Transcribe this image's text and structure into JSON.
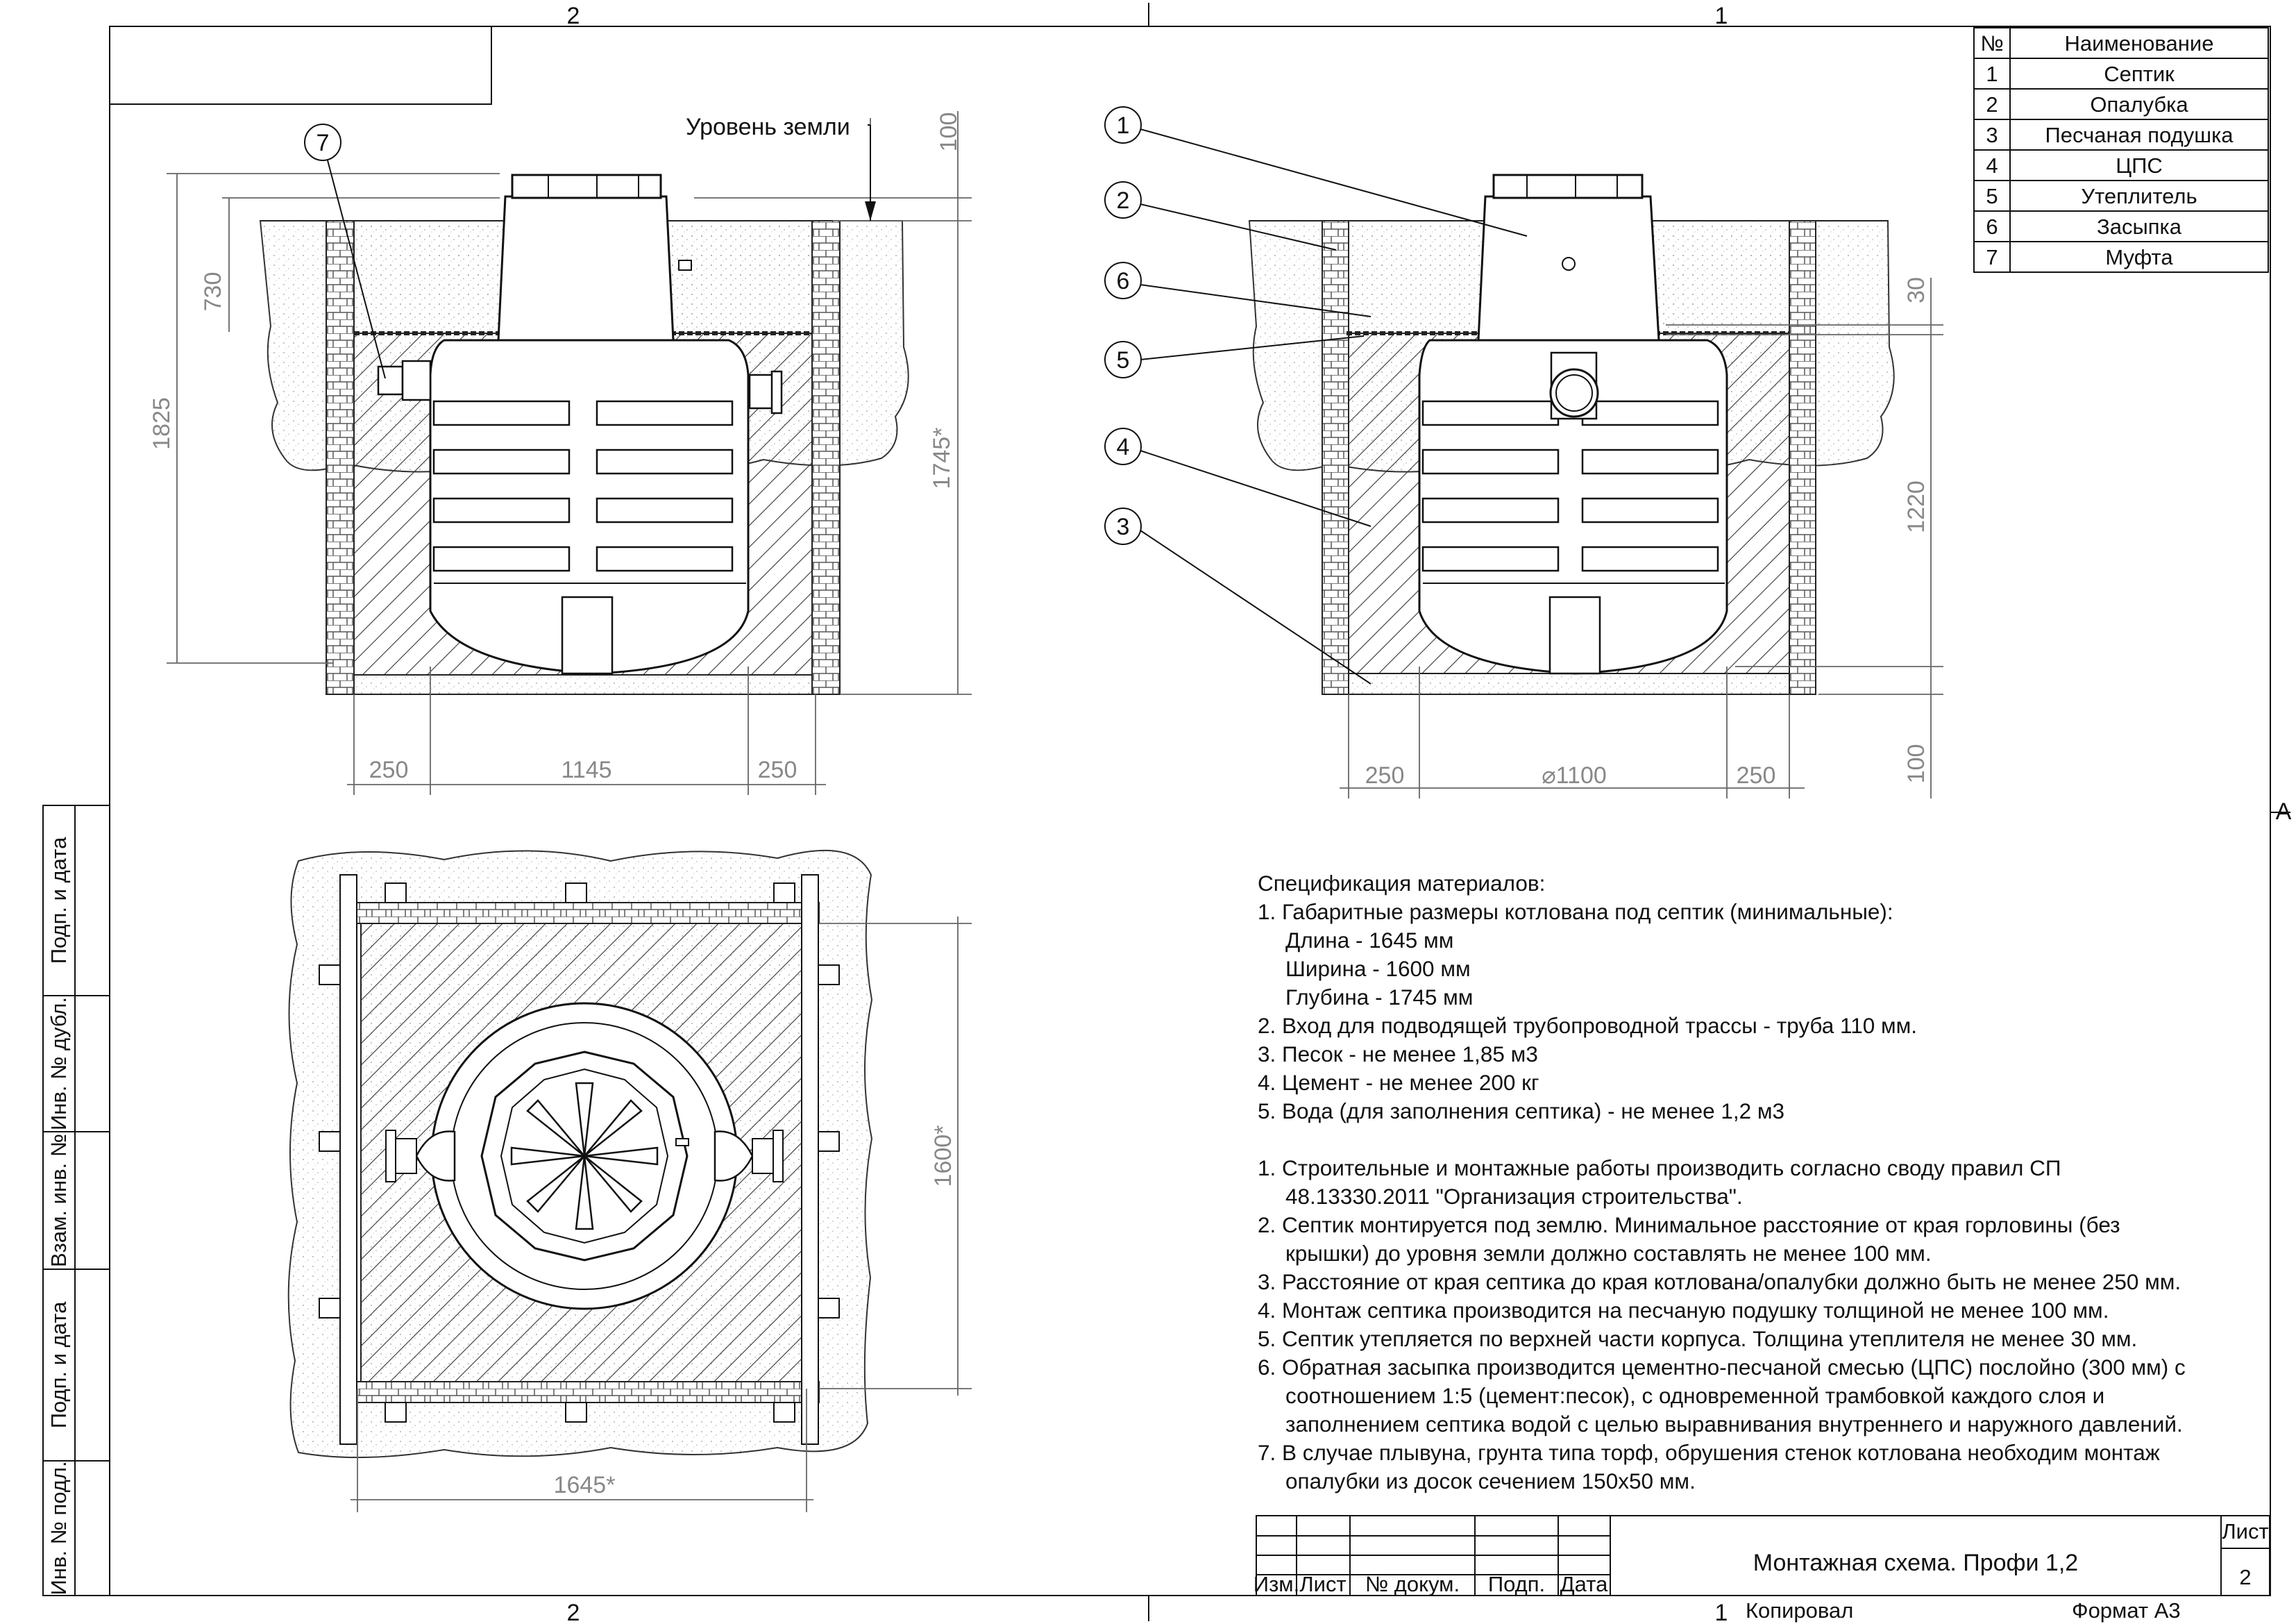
{
  "frame": {
    "zone_top_left": "2",
    "zone_top_right": "1",
    "zone_bottom_left": "2",
    "zone_bottom_right": "1",
    "zone_side": "A"
  },
  "side_stamps": [
    "Подп. и дата",
    "Инв. № дубл.",
    "Взам. инв. №",
    "Подп. и дата",
    "Инв. № подл."
  ],
  "parts_table": {
    "headers": [
      "№",
      "Наименование"
    ],
    "rows": [
      {
        "n": "1",
        "name": "Септик"
      },
      {
        "n": "2",
        "name": "Опалубка"
      },
      {
        "n": "3",
        "name": "Песчаная подушка"
      },
      {
        "n": "4",
        "name": "ЦПС"
      },
      {
        "n": "5",
        "name": "Утеплитель"
      },
      {
        "n": "6",
        "name": "Засыпка"
      },
      {
        "n": "7",
        "name": "Муфта"
      }
    ]
  },
  "section_left": {
    "ground_label": "Уровень земли",
    "callout": "7",
    "dims": {
      "top_gap": "100",
      "neck": "730",
      "total": "1825",
      "pit_depth": "1745*",
      "left_w": "250",
      "mid_w": "1145",
      "right_w": "250"
    }
  },
  "section_right": {
    "callouts": [
      "1",
      "2",
      "6",
      "5",
      "4",
      "3"
    ],
    "dims": {
      "insulation": "30",
      "height": "1220",
      "bottom": "100",
      "left_w": "250",
      "diameter": "⌀1100",
      "right_w": "250"
    }
  },
  "plan": {
    "width_dim": "1645*",
    "height_dim": "1600*"
  },
  "spec": {
    "title": "Спецификация материалов:",
    "materials": [
      "1. Габаритные размеры котлована под септик (минимальные):",
      "Длина - 1645 мм",
      "Ширина - 1600 мм",
      "Глубина - 1745 мм",
      "2. Вход для подводящей трубопроводной трассы - труба 110 мм.",
      "3. Песок - не менее 1,85 м3",
      "4. Цемент - не менее 200 кг",
      "5. Вода (для заполнения септика) - не менее 1,2 м3"
    ],
    "notes": [
      "1. Строительные и монтажные работы производить согласно своду правил СП",
      "48.13330.2011 \"Организация строительства\".",
      "2. Септик монтируется под землю. Минимальное расстояние от края горловины (без",
      "крышки) до уровня земли должно составлять не менее 100 мм.",
      "3. Расстояние от края септика до края котлована/опалубки должно быть не менее 250 мм.",
      "4. Монтаж септика производится на песчаную подушку толщиной не менее 100 мм.",
      "5. Септик утепляется по верхней части корпуса. Толщина утеплителя не менее 30 мм.",
      "6. Обратная засыпка производится цементно-песчаной смесью (ЦПС) послойно (300 мм) с",
      "соотношением 1:5 (цемент:песок), с одновременной трамбовкой каждого слоя и",
      "заполнением септика водой с целью выравнивания внутреннего и наружного давлений.",
      "7. В случае плывуна, грунта типа торф, обрушения стенок котлована необходим монтаж",
      "опалубки из досок сечением 150х50 мм."
    ]
  },
  "title_block": {
    "title": "Монтажная схема. Профи 1,2",
    "sheet_label": "Лист",
    "sheet_no": "2",
    "cols": [
      "Изм.",
      "Лист",
      "№ докум.",
      "Подп.",
      "Дата"
    ],
    "copied": "Копировал",
    "format": "Формат А3"
  }
}
